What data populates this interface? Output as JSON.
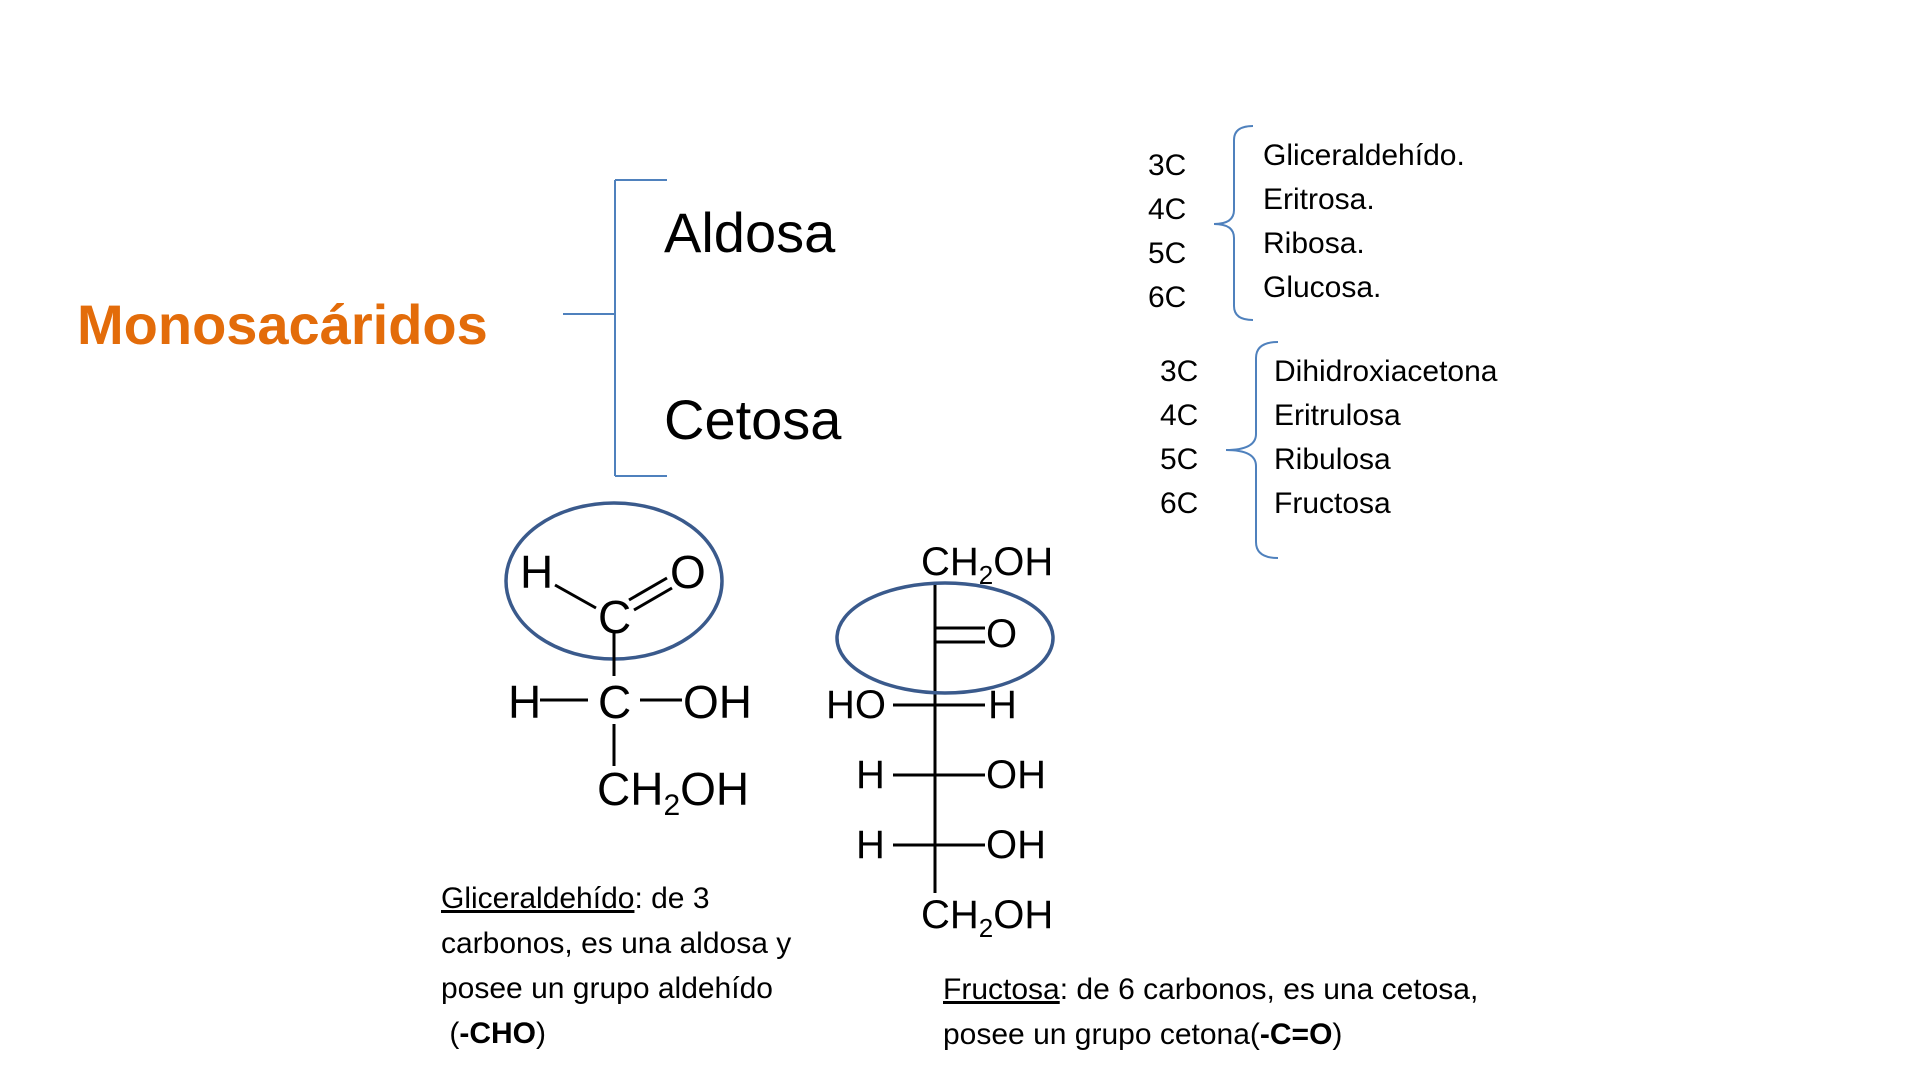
{
  "title": "Monosacáridos",
  "colors": {
    "title": "#e36c0a",
    "bracket": "#4f81bd",
    "ellipse": "#3a5a8c"
  },
  "branches": [
    {
      "label": "Aldosa"
    },
    {
      "label": "Cetosa"
    }
  ],
  "aldosas": {
    "carbons": [
      "3C",
      "4C",
      "5C",
      "6C"
    ],
    "names": [
      "Gliceraldehído.",
      "Eritrosa.",
      "Ribosa.",
      "Glucosa."
    ]
  },
  "cetosas": {
    "carbons": [
      "3C",
      "4C",
      "5C",
      "6C"
    ],
    "names": [
      "Dihidroxiacetona",
      "Eritrulosa",
      "Ribulosa",
      "Fructosa"
    ]
  },
  "glyceraldehyde_structure": {
    "top_h": "H",
    "top_o": "O",
    "carbonyl_c": "C",
    "mid_left": "H",
    "mid_c": "C",
    "mid_right": "OH",
    "bottom": "CH2OH"
  },
  "fructose_structure": {
    "top": "CH2OH",
    "carbonyl_o": "O",
    "rows": [
      {
        "left": "HO",
        "right": "H"
      },
      {
        "left": "H",
        "right": "OH"
      },
      {
        "left": "H",
        "right": "OH"
      }
    ],
    "bottom": "CH2OH"
  },
  "glyceraldehyde_desc": {
    "term": "Gliceraldehído",
    "line1_rest": ": de 3",
    "line2": "carbonos, es una aldosa y",
    "line3": "posee un grupo aldehído",
    "line4_open": " (",
    "line4_bold": "-CHO",
    "line4_close": ")"
  },
  "fructose_desc": {
    "term": "Fructosa",
    "line1_rest": ": de 6 carbonos, es una cetosa,",
    "line2_text": "posee un grupo cetona(",
    "line2_bold": "-C=O",
    "line2_close": ")"
  }
}
